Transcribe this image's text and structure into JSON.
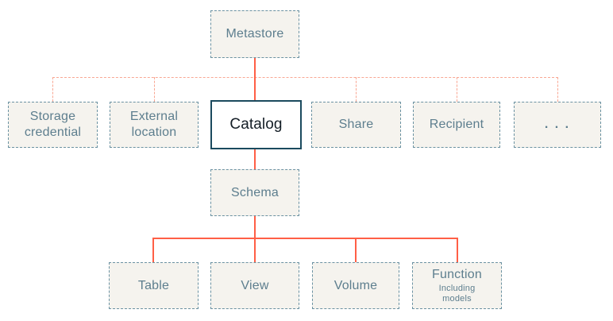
{
  "diagram": {
    "nodes": {
      "metastore": {
        "label": "Metastore"
      },
      "storage_credential": {
        "label": "Storage credential"
      },
      "external_location": {
        "label": "External location"
      },
      "catalog": {
        "label": "Catalog"
      },
      "share": {
        "label": "Share"
      },
      "recipient": {
        "label": "Recipient"
      },
      "ellipsis": {
        "label": ". . ."
      },
      "schema": {
        "label": "Schema"
      },
      "table": {
        "label": "Table"
      },
      "view": {
        "label": "View"
      },
      "volume": {
        "label": "Volume"
      },
      "function": {
        "label": "Function",
        "sublabel": "Including models"
      }
    },
    "edges": [
      {
        "from": "Metastore",
        "to": "Storage credential",
        "style": "dotted"
      },
      {
        "from": "Metastore",
        "to": "External location",
        "style": "dotted"
      },
      {
        "from": "Metastore",
        "to": "Catalog",
        "style": "solid"
      },
      {
        "from": "Metastore",
        "to": "Share",
        "style": "dotted"
      },
      {
        "from": "Metastore",
        "to": "Recipient",
        "style": "dotted"
      },
      {
        "from": "Metastore",
        "to": ". . .",
        "style": "dotted"
      },
      {
        "from": "Catalog",
        "to": "Schema",
        "style": "solid"
      },
      {
        "from": "Schema",
        "to": "Table",
        "style": "solid"
      },
      {
        "from": "Schema",
        "to": "View",
        "style": "solid"
      },
      {
        "from": "Schema",
        "to": "Volume",
        "style": "solid"
      },
      {
        "from": "Schema",
        "to": "Function",
        "style": "solid"
      }
    ],
    "colors": {
      "background": "#ffffff",
      "box_fill": "#f5f3ee",
      "box_border": "#6b92a2",
      "box_text": "#5d7e8e",
      "catalog_fill": "#ffffff",
      "catalog_border": "#1b4a5e",
      "catalog_text": "#141e26",
      "solid_connector": "#ff5f46",
      "dotted_connector": "#f9a793"
    }
  }
}
